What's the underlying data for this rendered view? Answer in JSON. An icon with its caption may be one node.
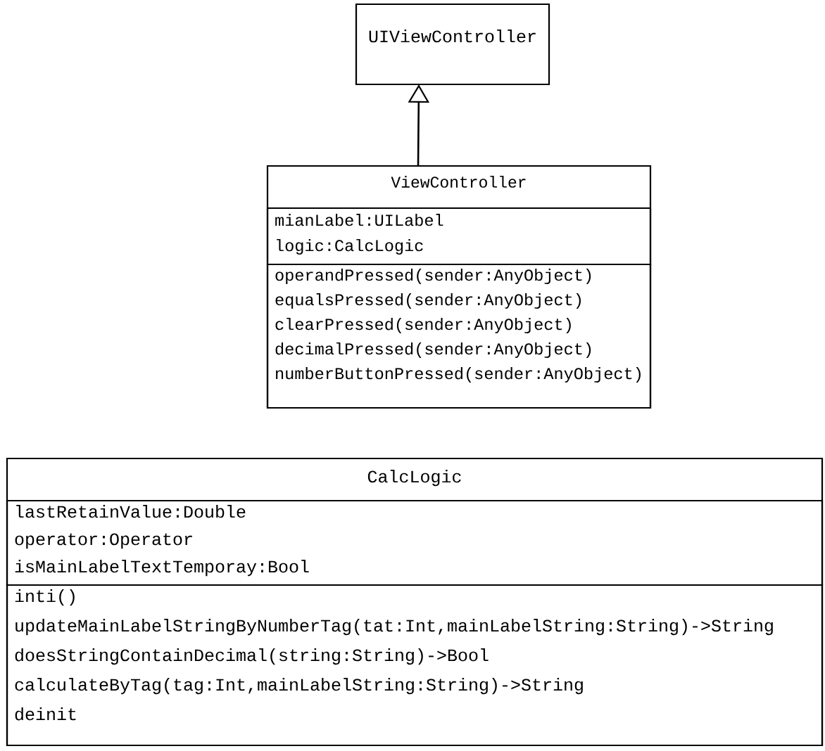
{
  "diagram": {
    "nodes": [
      {
        "text": [
          "UIViewController"
        ]
      },
      {
        "text": [
          "ViewController"
        ]
      },
      {
        "text": [
          "mianLabel:UILabel",
          "logic:CalcLogic"
        ],
        "in": 1
      },
      {
        "text": [
          "operandPressed(sender:AnyObject)",
          "equalsPressed(sender:AnyObject)",
          "clearPressed(sender:AnyObject)",
          "decimalPressed(sender:AnyObject)",
          "numberButtonPressed(sender:AnyObject)"
        ],
        "in": 1
      },
      {
        "text": [
          "CalcLogic"
        ]
      },
      {
        "text": [
          "lastRetainValue:Double",
          "operator:Operator",
          "isMainLabelTextTemporay:Bool"
        ],
        "in": 4
      },
      {
        "text": [
          "inti()",
          "updateMainLabelStringByNumberTag(tat:Int,mainLabelString:String)->String",
          "doesStringContainDecimal(string:String)->Bool",
          "calculateByTag(tag:Int,mainLabelString:String)->String",
          "deinit"
        ],
        "in": 4
      }
    ],
    "edges": [
      {
        "from": 1,
        "to": 0,
        "arrow": "to"
      }
    ]
  }
}
